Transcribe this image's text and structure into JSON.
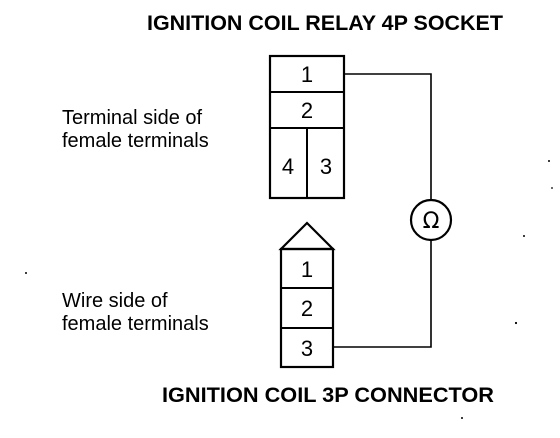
{
  "relay_socket": {
    "title": "IGNITION COIL RELAY 4P SOCKET",
    "side_label_line1": "Terminal side of",
    "side_label_line2": "female terminals",
    "terminals": [
      "1",
      "2",
      "4",
      "3"
    ]
  },
  "coil_connector": {
    "title": "IGNITION COIL 3P CONNECTOR",
    "side_label_line1": "Wire side of",
    "side_label_line2": "female terminals",
    "terminals": [
      "1",
      "2",
      "3"
    ]
  },
  "meter": {
    "symbol": "Ω",
    "icon": "ohmmeter-icon"
  }
}
